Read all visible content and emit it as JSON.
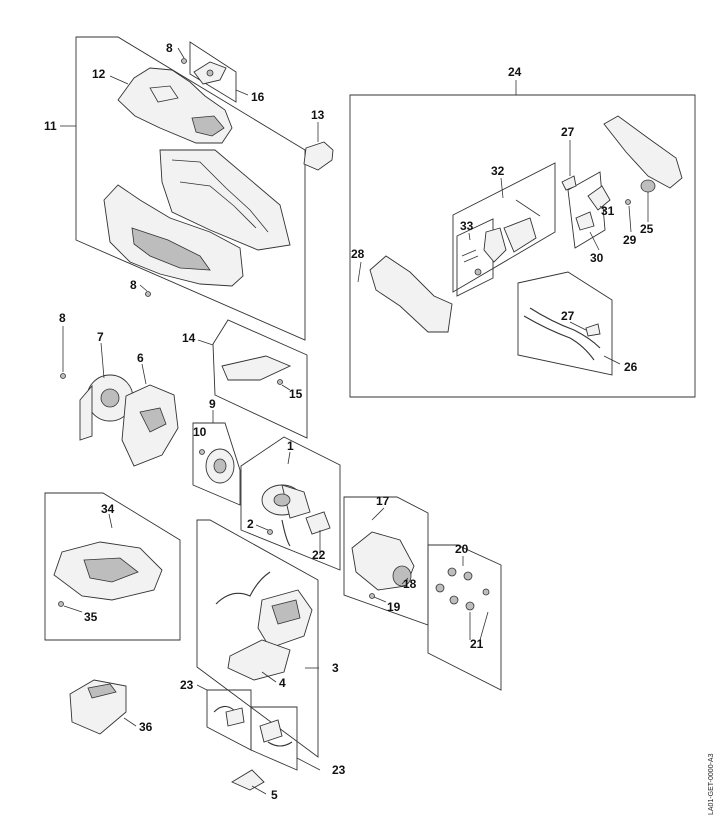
{
  "drawing_ref": "LA01-GET-0000-A3",
  "callouts": {
    "c1": "1",
    "c2": "2",
    "c3": "3",
    "c4": "4",
    "c5": "5",
    "c6": "6",
    "c7": "7",
    "c8a": "8",
    "c8b": "8",
    "c8c": "8",
    "c9": "9",
    "c10": "10",
    "c11": "11",
    "c12": "12",
    "c13": "13",
    "c14": "14",
    "c15": "15",
    "c16": "16",
    "c17": "17",
    "c18": "18",
    "c19": "19",
    "c20": "20",
    "c21": "21",
    "c22": "22",
    "c23a": "23",
    "c23b": "23",
    "c24": "24",
    "c25": "25",
    "c26": "26",
    "c27a": "27",
    "c27b": "27",
    "c28": "28",
    "c29": "29",
    "c30": "30",
    "c31": "31",
    "c32": "32",
    "c33": "33",
    "c34": "34",
    "c35": "35",
    "c36": "36"
  }
}
